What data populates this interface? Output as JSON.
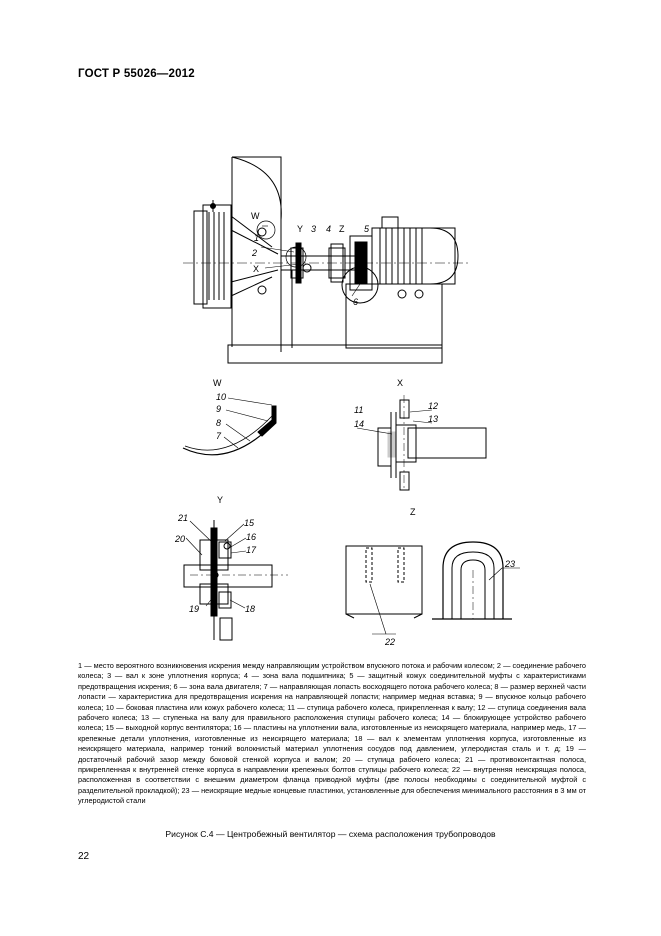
{
  "header": {
    "doc_id": "ГОСТ Р 55026—2012"
  },
  "labels": {
    "main": {
      "W": "W",
      "Y": "Y",
      "X": "X",
      "Z": "Z",
      "n1": "1",
      "n2": "2",
      "n3": "3",
      "n4": "4",
      "n5": "5",
      "n6": "6"
    },
    "detail_w": {
      "title": "W",
      "n10": "10",
      "n9": "9",
      "n8": "8",
      "n7": "7"
    },
    "detail_x": {
      "title": "X",
      "n11": "11",
      "n12": "12",
      "n13": "13",
      "n14": "14"
    },
    "detail_y": {
      "title": "Y",
      "n21": "21",
      "n15": "15",
      "n20": "20",
      "n16": "16",
      "n17": "17",
      "n19": "19",
      "n18": "18"
    },
    "detail_z": {
      "title": "Z",
      "n23": "23",
      "n22": "22"
    }
  },
  "legend": {
    "text": "1 — место вероятного возникновения искрения между направляющим устройством впускного потока и рабочим колесом; 2 — соединение рабочего колеса; 3 — вал к зоне уплотнения корпуса; 4 — зона вала подшипника; 5 — защитный кожух соединительной муфты с характеристиками предотвращения искрения; 6 — зона вала двигателя; 7 — направляющая лопасть восходящего потока рабочего колеса; 8 — размер верхней части лопасти — характеристика для предотвращения искрения на направляющей лопасти; например медная вставка; 9 — впускное кольцо рабочего колеса; 10 — боковая пластина или кожух рабочего колеса; 11 — ступица рабочего колеса, прикрепленная к валу; 12 — ступица соединения вала рабочего колеса; 13 — ступенька на валу для правильного расположения ступицы рабочего колеса; 14 — блокирующее устройство рабочего колеса; 15 — выходной корпус вентилятора; 16 — пластины на уплотнении вала, изготовленные из неискрящего материала, например медь, 17 — крепежные детали уплотнения, изготовленные из неискрящего материала; 18 — вал к элементам уплотнения корпуса, изготовленные из неискрящего материала, например тонкий волокнистый материал уплотнения сосудов под давлением, углеродистая сталь и т. д; 19 — достаточный рабочий зазор между боковой стенкой корпуса и валом; 20 — ступица рабочего колеса; 21 — противоконтактная полоса, прикрепленная к внутренней стенке корпуса в направлении крепежных болтов ступицы рабочего колеса; 22 — внутренняя неискрящая полоса, расположенная в соответствии с внешним диаметром фланца приводной муфты (две полосы необходимы с соединительной муфтой с разделительной прокладкой); 23 — неискрящие медные концевые пластинки, установленные для обеспечения минимального расстояния в 3 мм от углеродистой стали"
  },
  "caption": "Рисунок С.4 — Центробежный вентилятор — схема расположения трубопроводов",
  "page_number": "22"
}
